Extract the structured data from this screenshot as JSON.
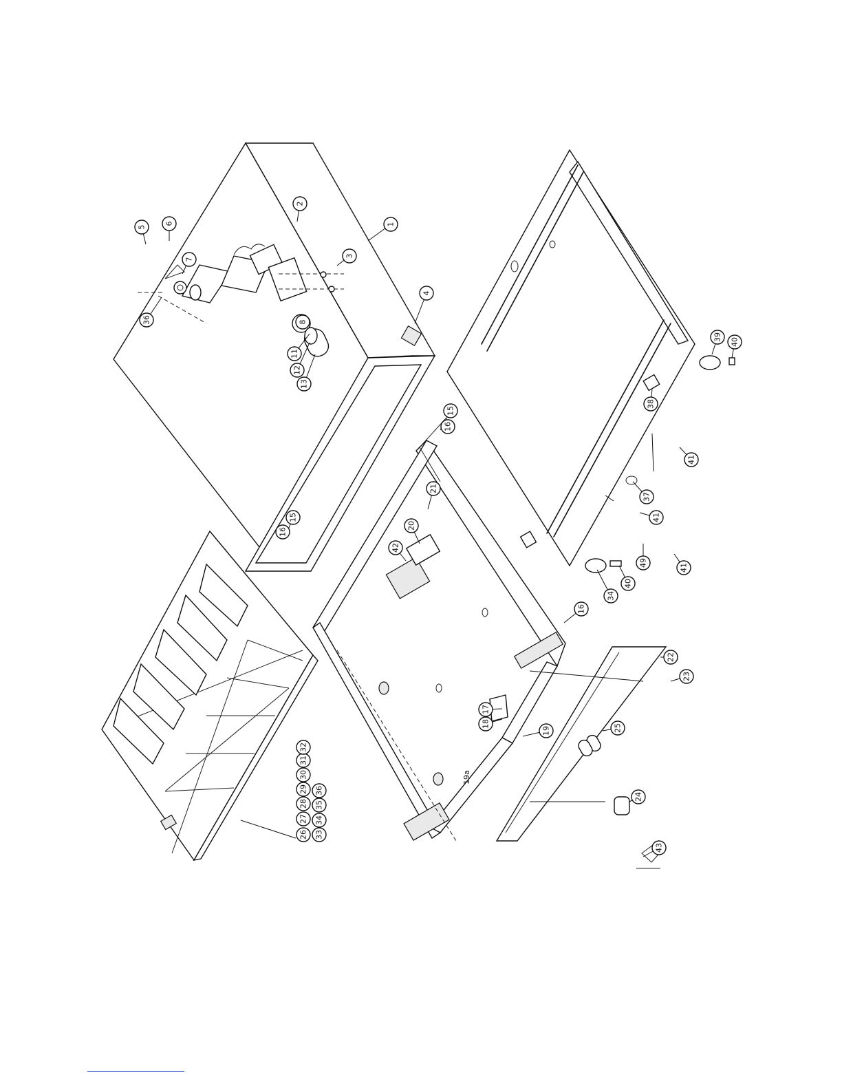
{
  "diagram": {
    "callouts": [
      {
        "id": "c1",
        "label": "1"
      },
      {
        "id": "c2",
        "label": "2"
      },
      {
        "id": "c3",
        "label": "3"
      },
      {
        "id": "c4",
        "label": "4"
      },
      {
        "id": "c5",
        "label": "5"
      },
      {
        "id": "c6",
        "label": "6"
      },
      {
        "id": "c7",
        "label": "7"
      },
      {
        "id": "c8",
        "label": "8"
      },
      {
        "id": "c11",
        "label": "11"
      },
      {
        "id": "c12",
        "label": "12"
      },
      {
        "id": "c13",
        "label": "13"
      },
      {
        "id": "c15a",
        "label": "15"
      },
      {
        "id": "c16a",
        "label": "16"
      },
      {
        "id": "c15b",
        "label": "15"
      },
      {
        "id": "c16b",
        "label": "16"
      },
      {
        "id": "c16c",
        "label": "16"
      },
      {
        "id": "c17",
        "label": "17"
      },
      {
        "id": "c18",
        "label": "18"
      },
      {
        "id": "c19",
        "label": "19"
      },
      {
        "id": "c20",
        "label": "20"
      },
      {
        "id": "c21",
        "label": "21"
      },
      {
        "id": "c22",
        "label": "22"
      },
      {
        "id": "c23",
        "label": "23"
      },
      {
        "id": "c24",
        "label": "24"
      },
      {
        "id": "c25",
        "label": "25"
      },
      {
        "id": "c26",
        "label": "26"
      },
      {
        "id": "c27",
        "label": "27"
      },
      {
        "id": "c28",
        "label": "28"
      },
      {
        "id": "c29",
        "label": "29"
      },
      {
        "id": "c30",
        "label": "30"
      },
      {
        "id": "c31",
        "label": "31"
      },
      {
        "id": "c32",
        "label": "32"
      },
      {
        "id": "c33",
        "label": "33"
      },
      {
        "id": "c34",
        "label": "34"
      },
      {
        "id": "c35",
        "label": "35"
      },
      {
        "id": "c36a",
        "label": "36"
      },
      {
        "id": "c36b",
        "label": "36"
      },
      {
        "id": "c37",
        "label": "37"
      },
      {
        "id": "c38",
        "label": "38"
      },
      {
        "id": "c39",
        "label": "39"
      },
      {
        "id": "c40a",
        "label": "40"
      },
      {
        "id": "c40b",
        "label": "40"
      },
      {
        "id": "c41a",
        "label": "41"
      },
      {
        "id": "c41b",
        "label": "41"
      },
      {
        "id": "c41c",
        "label": "41"
      },
      {
        "id": "c42",
        "label": "42"
      },
      {
        "id": "c43",
        "label": "43"
      },
      {
        "id": "c34b",
        "label": "34"
      },
      {
        "id": "c49",
        "label": "49"
      }
    ],
    "inline_labels": [
      {
        "id": "l19a",
        "label": "19a"
      }
    ]
  }
}
